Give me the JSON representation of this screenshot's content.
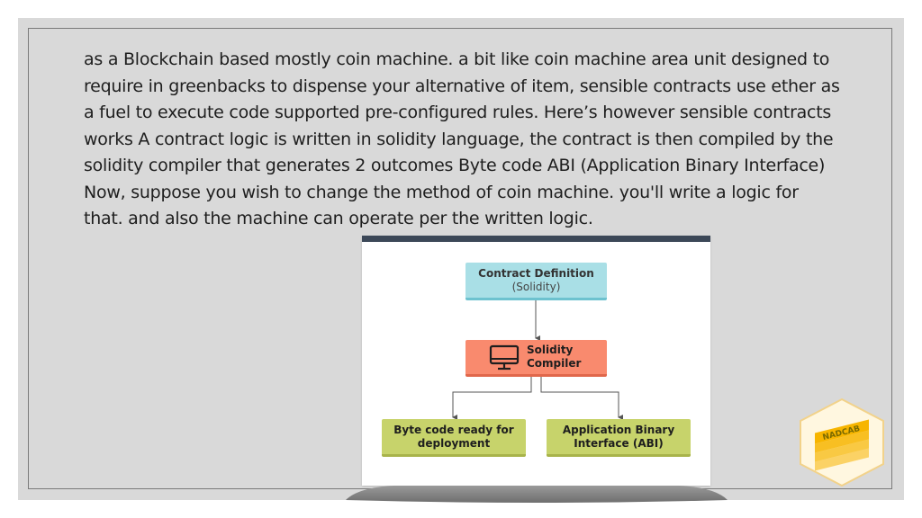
{
  "slide": {
    "paragraph": "as a Blockchain based mostly coin machine. a bit like coin machine area unit designed to require in greenbacks to dispense your alternative of item, sensible contracts use ether as a fuel to execute code supported pre-configured rules. Here’s however sensible contracts works A contract logic is written in solidity language, the contract is then compiled by the solidity compiler that generates 2 outcomes Byte code ABI (Application Binary Interface) Now, suppose you wish to change the method of coin machine. you'll write a logic for that. and also the machine can operate per the written logic."
  },
  "diagram": {
    "contract": {
      "title": "Contract Definition",
      "subtitle": "(Solidity)"
    },
    "compiler": {
      "line1": "Solidity",
      "line2": "Compiler"
    },
    "bytecode": {
      "line1": "Byte code ready for",
      "line2": "deployment"
    },
    "abi": {
      "line1": "Application Binary",
      "line2": "Interface (ABI)"
    },
    "colors": {
      "contract": "#a9dfe6",
      "compiler": "#f98a6e",
      "outputs": "#c7d36b",
      "topbar": "#3c4858"
    }
  },
  "logo": {
    "text": "NADCAB",
    "icon": "layered-stack-logo",
    "color": "#f5c542"
  }
}
